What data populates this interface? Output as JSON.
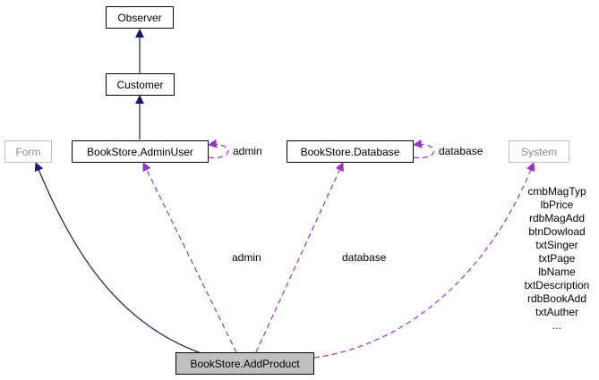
{
  "nodes": {
    "observer": "Observer",
    "customer": "Customer",
    "form": "Form",
    "admin_user": "BookStore.AdminUser",
    "database": "BookStore.Database",
    "system": "System",
    "add_product": "BookStore.AddProduct"
  },
  "edge_labels": {
    "admin_self": "admin",
    "database_self": "database",
    "admin_usage": "admin",
    "database_usage": "database"
  },
  "system_members": [
    "cmbMagTyp",
    "lbPrice",
    "rdbMagAdd",
    "btnDowload",
    "txtSinger",
    "txtPage",
    "lbName",
    "txtDescription",
    "rdbBookAdd",
    "txtAuther",
    "..."
  ],
  "colors": {
    "inheritance": "#191970",
    "usage": "#9a32cd",
    "focus_fill": "#bfbfbf",
    "external_border": "#bfbfbf"
  }
}
